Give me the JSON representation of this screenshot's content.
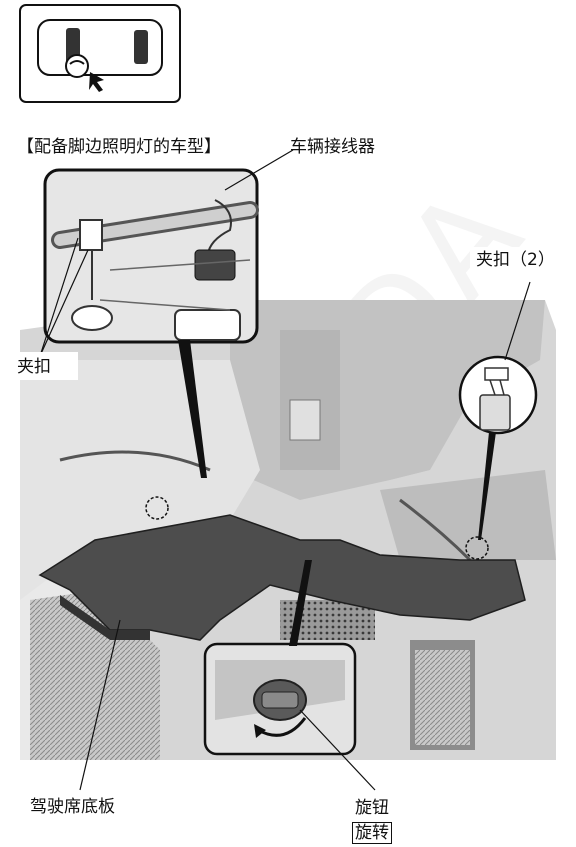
{
  "watermark": "HONDA",
  "labels": {
    "equipped_note": "【配备脚边照明灯的车型】",
    "connector": "车辆接线器",
    "clip": "夹扣",
    "clip_2": "夹扣（2）",
    "undercover": "驾驶席底板",
    "knob": "旋钮",
    "rotate": "旋转"
  }
}
